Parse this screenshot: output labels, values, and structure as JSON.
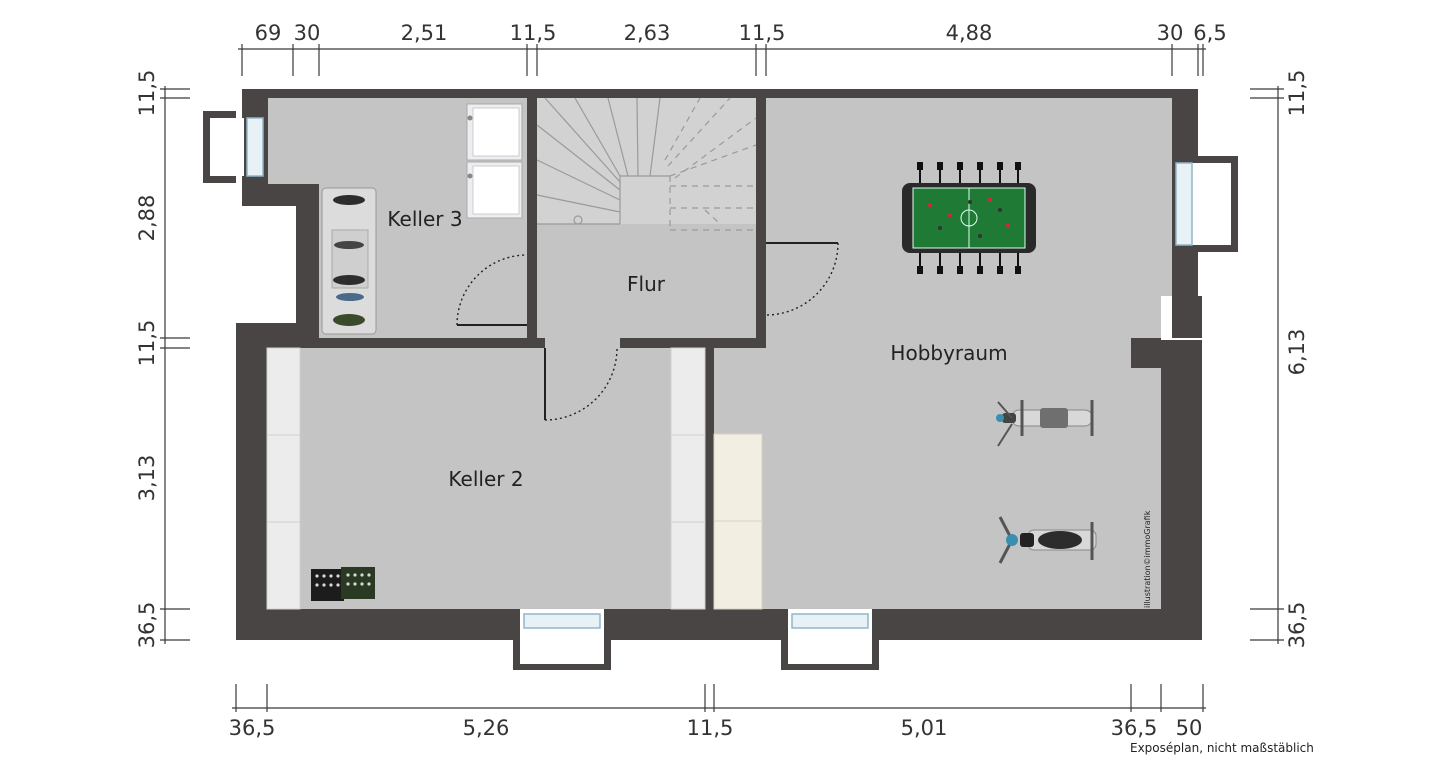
{
  "rooms": {
    "keller3": "Keller 3",
    "flur": "Flur",
    "hobbyraum": "Hobbyraum",
    "keller2": "Keller 2"
  },
  "dimensions": {
    "top": [
      "69",
      "30",
      "2,51",
      "11,5",
      "2,63",
      "11,5",
      "4,88",
      "30",
      "6,5"
    ],
    "bottom": [
      "36,5",
      "5,26",
      "11,5",
      "5,01",
      "36,5",
      "50"
    ],
    "left": [
      "11,5",
      "2,88",
      "11,5",
      "3,13",
      "36,5"
    ],
    "right": [
      "11,5",
      "6,13",
      "36,5"
    ]
  },
  "notes": {
    "watermark": "illustration©immoGrafik",
    "disclaimer": "Exposéplan, nicht maßstäblich"
  },
  "colors": {
    "wall": "#4a4545",
    "floor": "#c4c4c4",
    "foosball_field": "#1f7a35"
  }
}
